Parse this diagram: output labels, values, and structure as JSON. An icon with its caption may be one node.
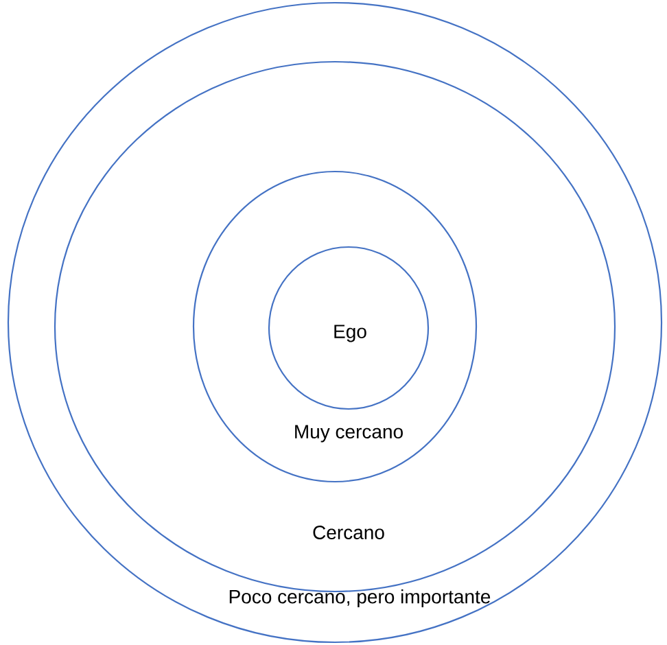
{
  "diagram": {
    "nodes": [
      {
        "text": [
          "Poco cercano, pero importante"
        ]
      },
      {
        "text": [
          "Cercano"
        ],
        "in": 0
      },
      {
        "text": [
          "Muy cercano"
        ],
        "in": 1
      },
      {
        "text": [
          "Ego"
        ],
        "in": 2
      }
    ]
  }
}
